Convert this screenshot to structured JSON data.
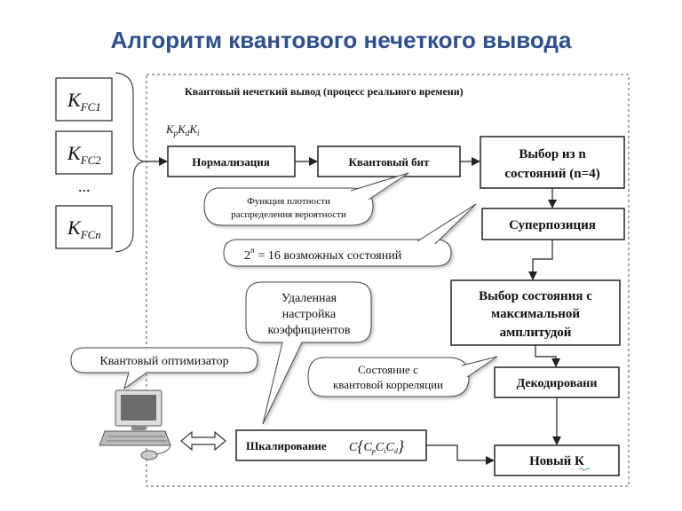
{
  "title": "Алгоритм квантового нечеткого вывода",
  "frame_title": "Квантовый нечеткий вывод (процесс реального времени)",
  "inputs": [
    {
      "main": "K",
      "sub": "FC1"
    },
    {
      "main": "K",
      "sub": "FC2"
    },
    {
      "main": "...",
      "sub": ""
    },
    {
      "main": "K",
      "sub": "FCn"
    }
  ],
  "gains": {
    "p": "K",
    "p_sub": "p",
    "d": "K",
    "d_sub": "d",
    "i": "K",
    "i_sub": "i"
  },
  "boxes": {
    "normalization": "Нормализация",
    "qbit": "Квантовый бит",
    "select_n_line1": "Выбор из n",
    "select_n_line2": "состояний (n=4)",
    "superposition": "Суперпозиция",
    "max_line1": "Выбор состояния с",
    "max_line2": "максимальной",
    "max_line3": "амплитудой",
    "decoding": "Декодировани",
    "scaling": "Шкалирование",
    "scaling_formula_c": "C",
    "scaling_formula_inner": "C",
    "new_k": "Новый К"
  },
  "callouts": {
    "pdf_line1": "Функция плотности",
    "pdf_line2": "распределения вероятности",
    "states_base": "2",
    "states_exp": "n",
    "states_text": "= 16 возможных состояний",
    "remote_line1": "Удаленная",
    "remote_line2": "настройка",
    "remote_line3": "коэффициентов",
    "optimizer": "Квантовый оптимизатор",
    "corr_line1": "Состояние с",
    "corr_line2": "квантовой корреляции"
  },
  "icons": [
    "computer-icon",
    "double-arrow-icon"
  ]
}
